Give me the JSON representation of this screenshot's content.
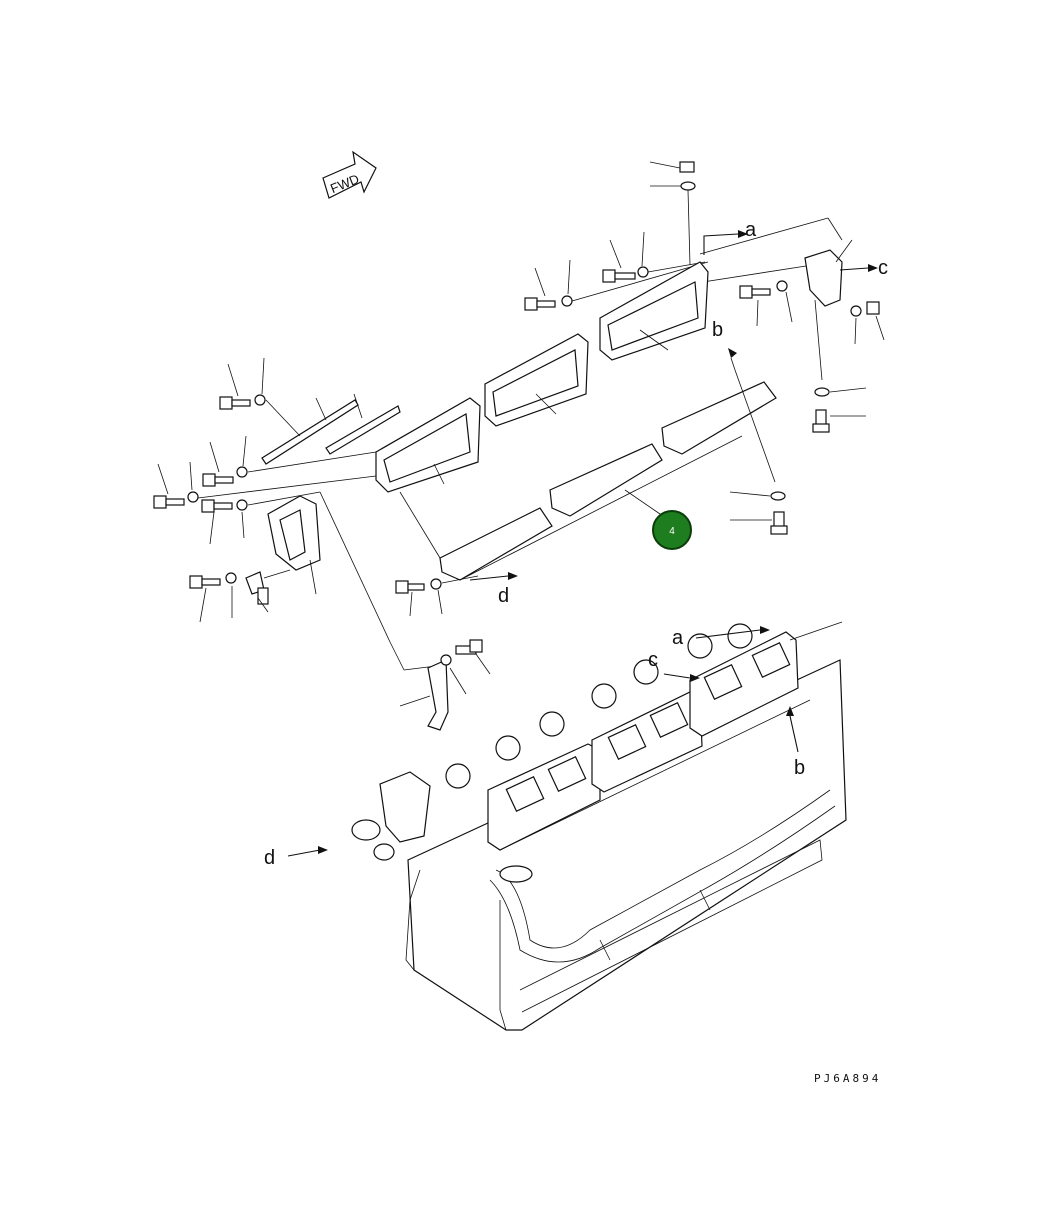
{
  "diagram": {
    "direction_marker": "FWD",
    "drawing_code": "PJ6A894",
    "letter_refs": [
      "a",
      "b",
      "c",
      "d"
    ],
    "callout": {
      "number": "4",
      "color": "#1e7d1e",
      "border_color": "#0a3d0a"
    }
  }
}
